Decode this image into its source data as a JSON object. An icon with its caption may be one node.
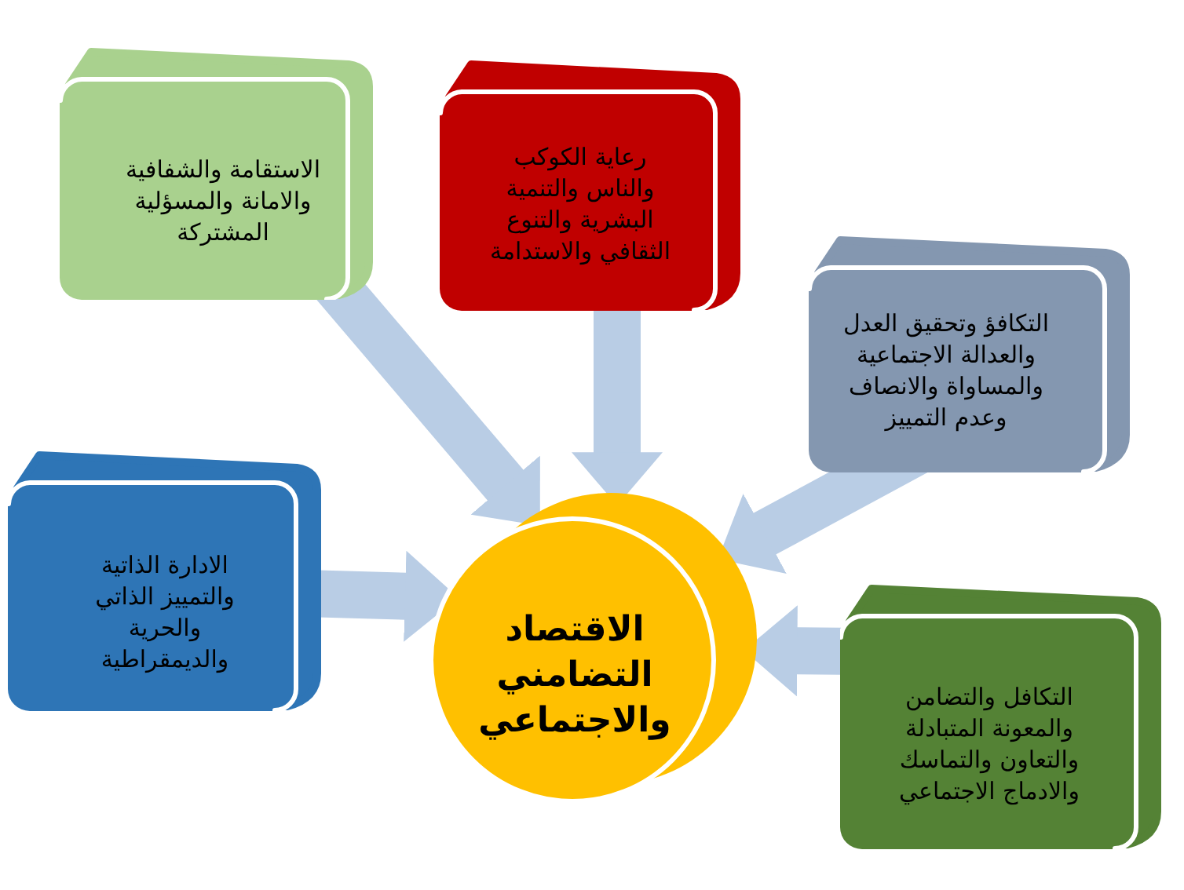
{
  "diagram": {
    "nodes": [
      {
        "text": [
          "الاستقامة والشفافية والامانة والمسؤلية المشتركة"
        ]
      },
      {
        "text": [
          "رعاية الكوكب والناس والتنمية البشرية والتنوع الثقافي والاستدامة"
        ]
      },
      {
        "text": [
          "التكافؤ وتحقيق العدل والعدالة الاجتماعية والمساواة والانصاف وعدم التمييز"
        ]
      },
      {
        "text": [
          "الادارة الذاتية والتمييز الذاتي والحرية والديمقراطية"
        ]
      },
      {
        "text": [
          "الاقتصاد التضامني والاجتماعي"
        ]
      },
      {
        "text": [
          "التكافل والتضامن والمعونة المتبادلة والتعاون والتماسك والادماج الاجتماعي"
        ]
      }
    ],
    "edges": [
      {
        "from": 0,
        "to": 4,
        "arrow": "to"
      },
      {
        "from": 1,
        "to": 4,
        "arrow": "to"
      },
      {
        "from": 2,
        "to": 4,
        "arrow": "to"
      },
      {
        "from": 3,
        "to": 4,
        "arrow": "to"
      },
      {
        "from": 5,
        "to": 4,
        "arrow": "to"
      }
    ]
  }
}
